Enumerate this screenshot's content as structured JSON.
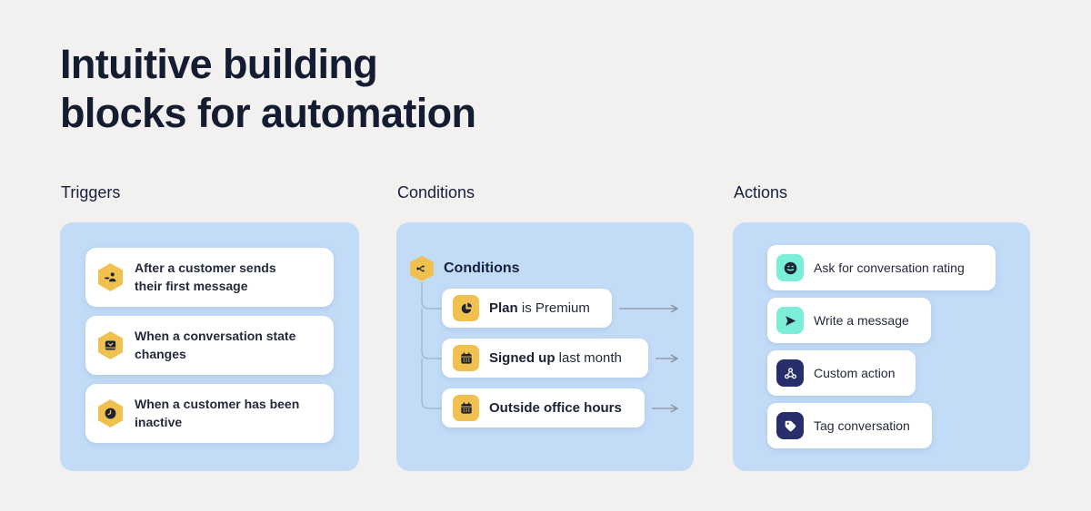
{
  "title": {
    "line1": "Intuitive building",
    "line2": "blocks for automation"
  },
  "colors": {
    "background": "#F2F1EF",
    "panel_blue": "#C2DCF8",
    "brand_yellow": "#F0C14F",
    "brand_mint": "#7AEED6",
    "brand_navy": "#282E6B",
    "ink": "#131C30",
    "arrow_gray": "#8A9099"
  },
  "sections": {
    "triggers": {
      "label": "Triggers",
      "cards": [
        {
          "icon": "user-enter-icon",
          "line1": "After a customer sends",
          "line2": "their first message"
        },
        {
          "icon": "conversation-state-icon",
          "line1": "When a conversation state",
          "line2": "changes"
        },
        {
          "icon": "clock-icon",
          "line1": "When a customer has been",
          "line2": "inactive"
        }
      ]
    },
    "conditions": {
      "label": "Conditions",
      "header": {
        "icon": "branch-icon",
        "title": "Conditions"
      },
      "cards": [
        {
          "icon": "pie-chart-icon",
          "bold": "Plan",
          "rest": " is Premium"
        },
        {
          "icon": "calendar-icon",
          "bold": "Signed up",
          "rest": " last month"
        },
        {
          "icon": "calendar-icon",
          "bold": "Outside office hours",
          "rest": ""
        }
      ]
    },
    "actions": {
      "label": "Actions",
      "cards": [
        {
          "icon": "smiley-icon",
          "style": "mint",
          "label": "Ask for conversation rating"
        },
        {
          "icon": "send-icon",
          "style": "mint",
          "label": "Write a message"
        },
        {
          "icon": "webhook-icon",
          "style": "navy",
          "label": "Custom action"
        },
        {
          "icon": "tag-icon",
          "style": "navy",
          "label": "Tag conversation"
        }
      ]
    }
  }
}
